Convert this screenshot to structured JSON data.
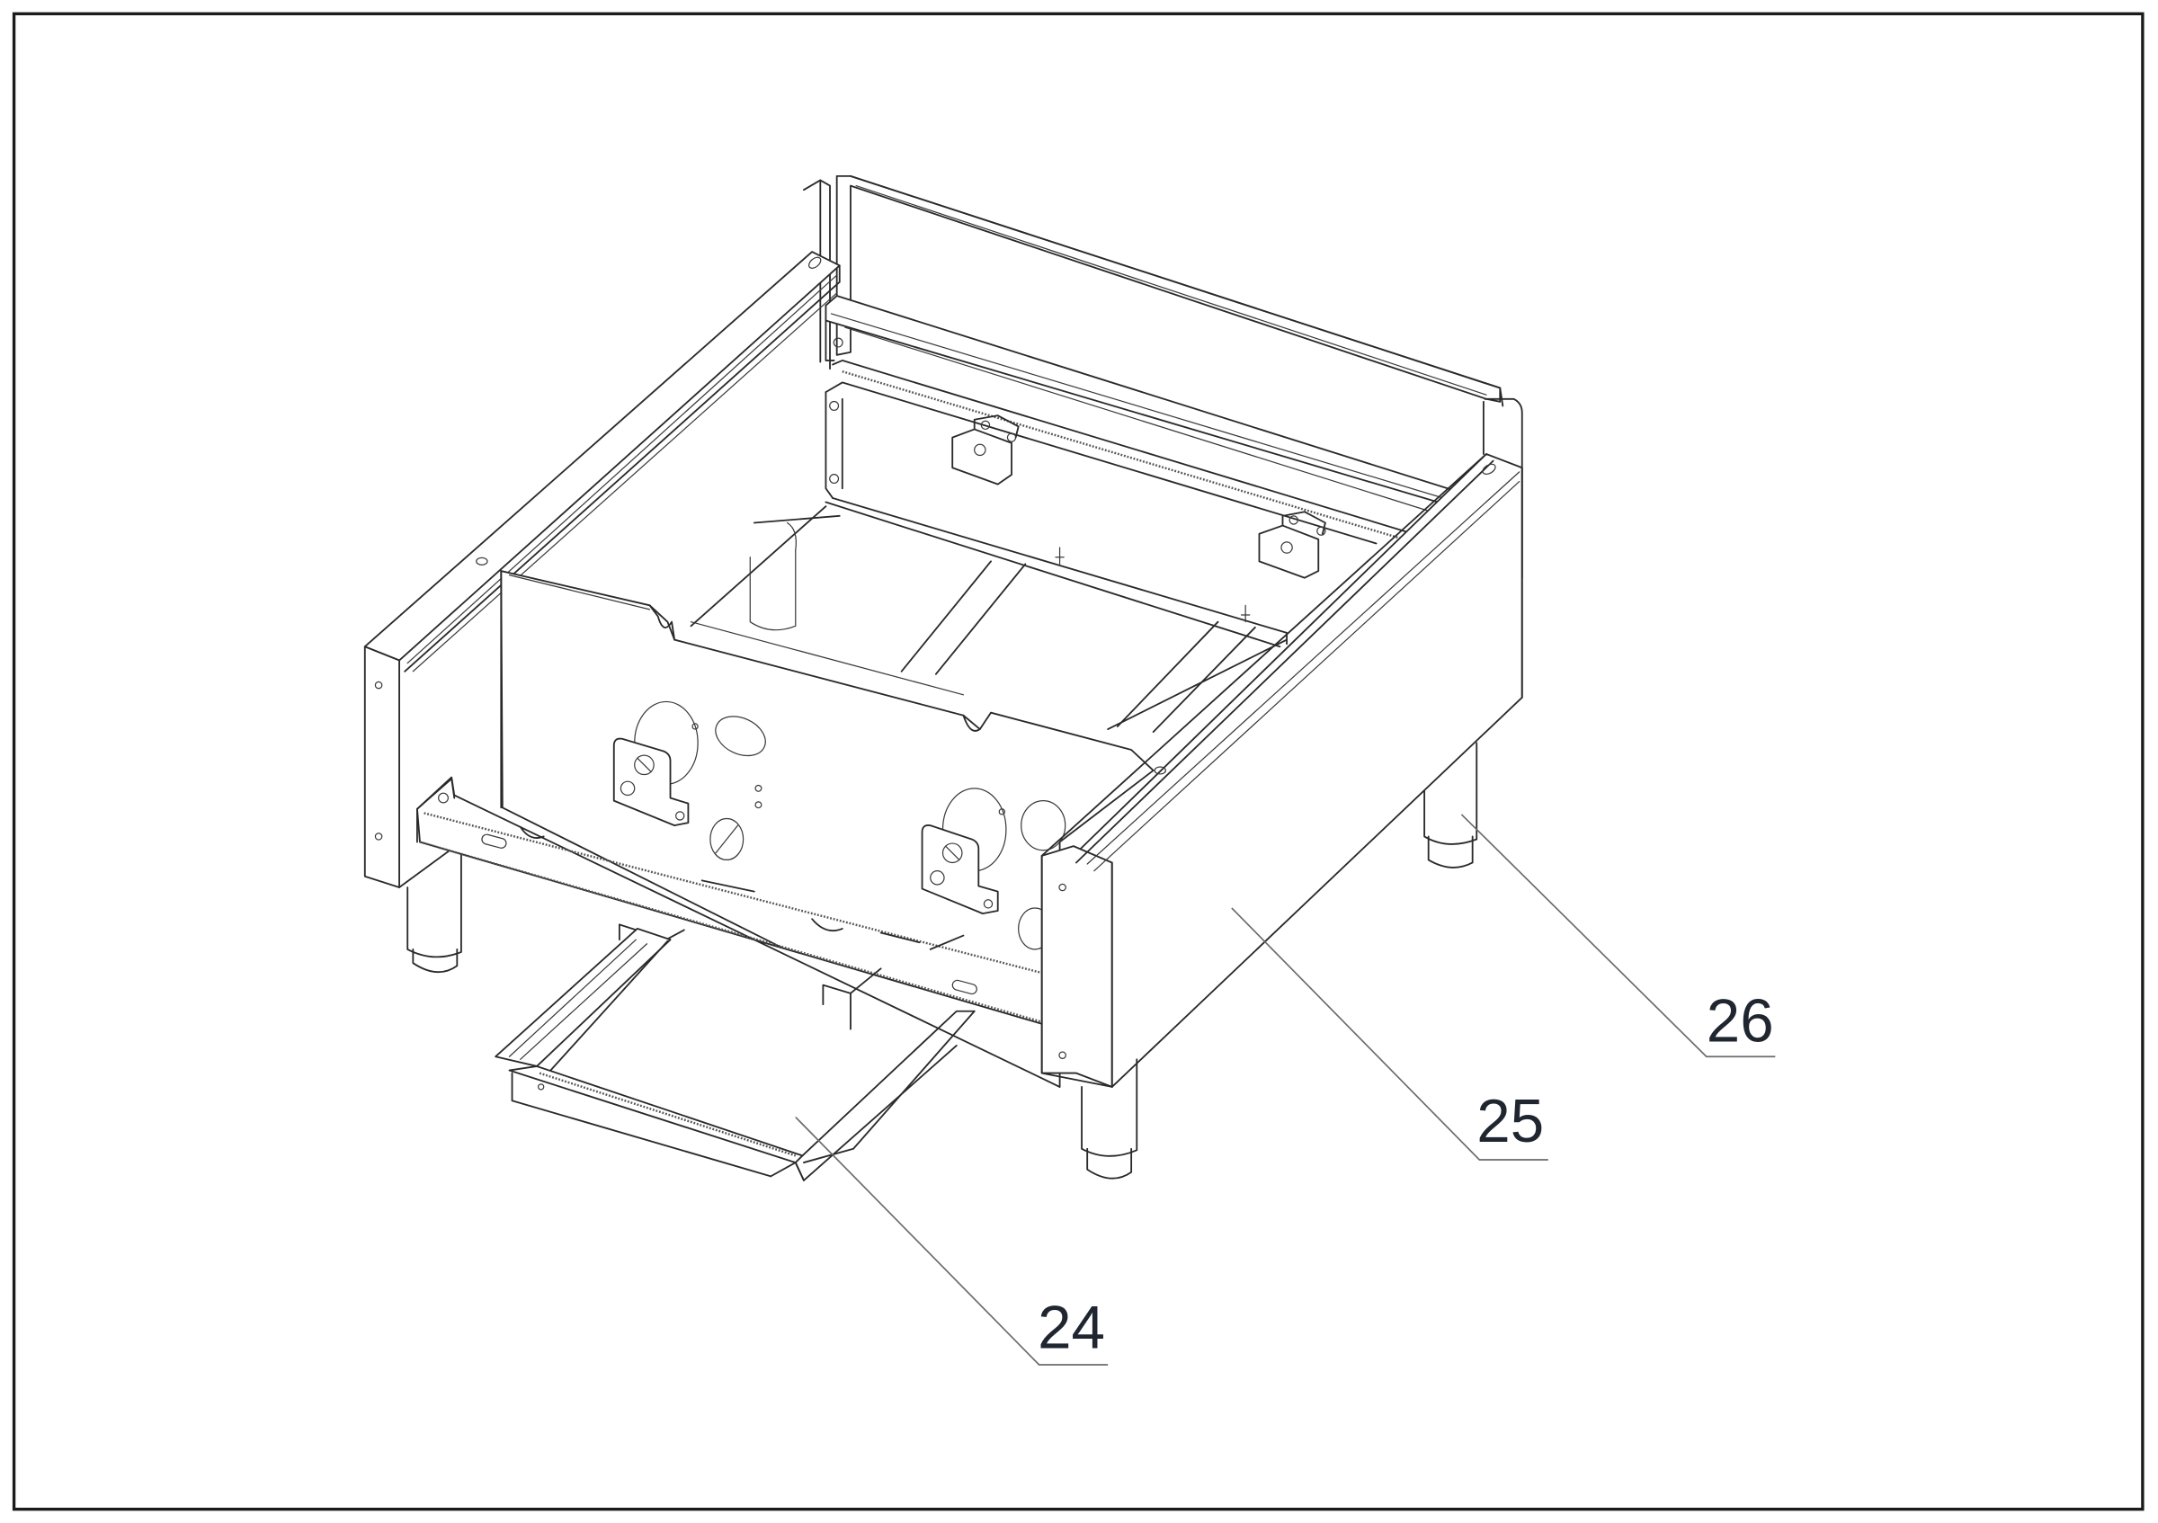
{
  "diagram": {
    "type": "exploded-parts-drawing",
    "subject": "Appliance stand / base cabinet frame with drip tray and legs",
    "line_color": "#2a2a2a",
    "label_color": "#1f2630",
    "leader_color": "#6b6b6b"
  },
  "callouts": [
    {
      "number": "24",
      "part": "drip tray"
    },
    {
      "number": "25",
      "part": "side panel"
    },
    {
      "number": "26",
      "part": "leg"
    }
  ]
}
